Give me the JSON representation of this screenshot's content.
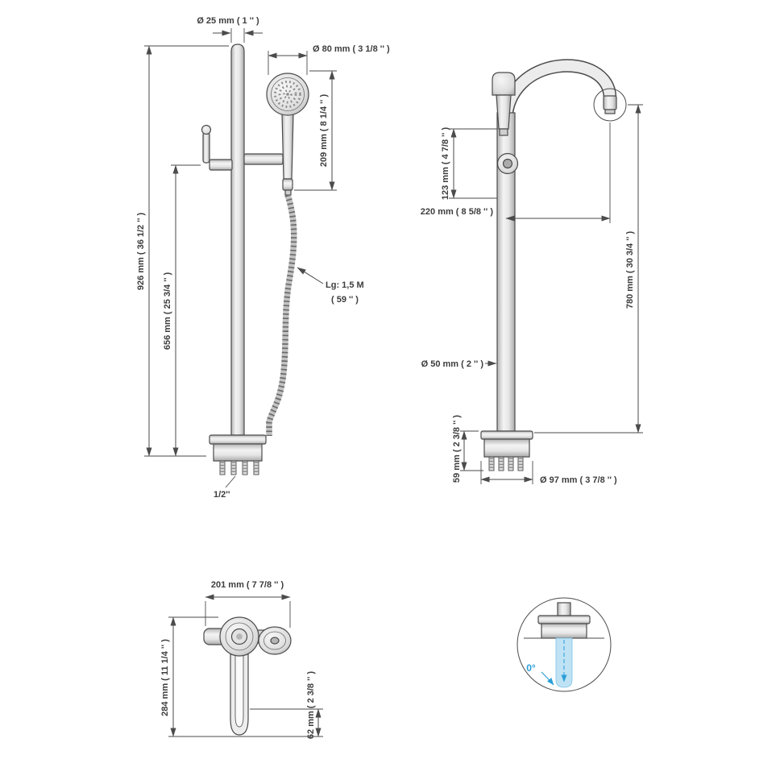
{
  "colors": {
    "line": "#4b4b4b",
    "accent_blue": "#2a9fd8",
    "water_blue": "#bfe2f4"
  },
  "front_view": {
    "dim_top_diameter": "Ø 25 mm ( 1 '' )",
    "dim_handshower_diameter": "Ø 80 mm ( 3 1/8 '' )",
    "dim_handshower_height": "209 mm ( 8 1/4 '' )",
    "dim_total_height": "926 mm ( 36 1/2 '' )",
    "dim_handle_height": "656 mm ( 25 3/4 '' )",
    "hose_length_line1": "Lg: 1,5 M",
    "hose_length_line2": "( 59 '' )",
    "connection_size": "1/2''"
  },
  "side_view": {
    "dim_holder_offset": "123 mm ( 4 7/8 '' )",
    "dim_spout_reach": "220 mm ( 8 5/8 '' )",
    "dim_spout_height": "780 mm ( 30 3/4 '' )",
    "dim_column_diameter": "Ø 50 mm ( 2 '' )",
    "dim_base_height": "59 mm ( 2 3/8 '' )",
    "dim_base_diameter": "Ø 97 mm ( 3 7/8 '' )"
  },
  "top_view": {
    "dim_width": "201 mm ( 7 7/8 '' )",
    "dim_depth": "284 mm ( 11 1/4 '' )",
    "dim_spout_tip": "62 mm ( 2 3/8 '' )"
  },
  "detail_view": {
    "angle_label": "0°"
  }
}
